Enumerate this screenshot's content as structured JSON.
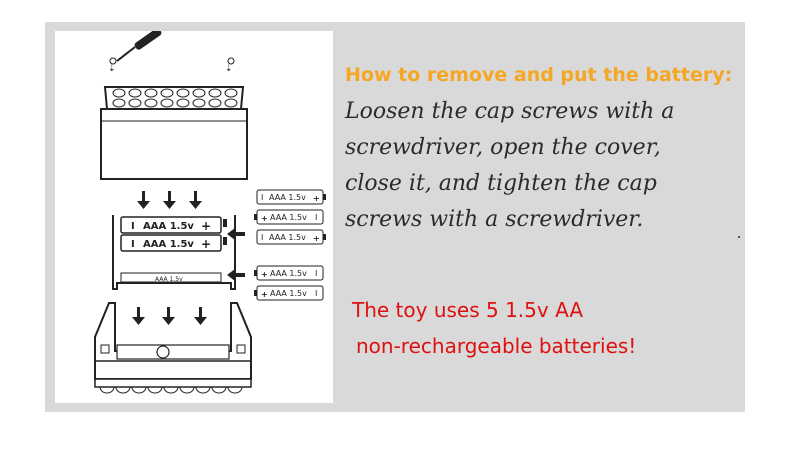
{
  "heading": "How to remove and put the battery:",
  "instructions": [
    "Loosen the cap screws with a",
    "screwdriver, open the cover,",
    "close it, and tighten the cap",
    "screws with a screwdriver."
  ],
  "note": [
    "The toy uses 5 1.5v AA",
    "non-rechargeable batteries!"
  ],
  "diagram": {
    "battery_label": "AAA 1.5v",
    "compartment_label": "AAA 1.5v",
    "plus": "+",
    "minus": "I"
  },
  "colors": {
    "heading": "#f5a623",
    "note": "#e01010",
    "panel": "#d9d9d9",
    "text": "#2b2b2b"
  }
}
